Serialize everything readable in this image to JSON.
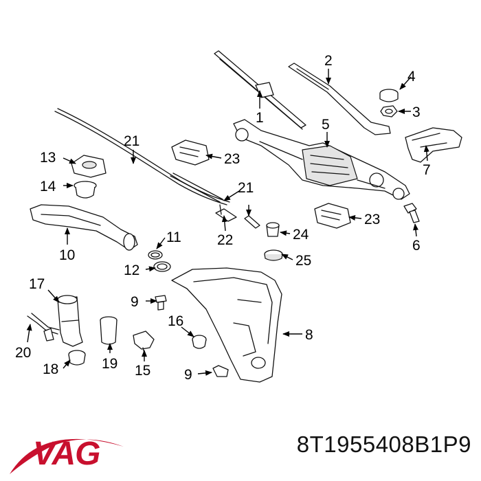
{
  "brand": {
    "name": "VAG",
    "color": "#c8102e"
  },
  "part_number": "8T1955408B1P9",
  "callouts": {
    "c1": "1",
    "c2": "2",
    "c3": "3",
    "c4": "4",
    "c5": "5",
    "c6": "6",
    "c7": "7",
    "c8": "8",
    "c9a": "9",
    "c9b": "9",
    "c10": "10",
    "c11": "11",
    "c12": "12",
    "c13": "13",
    "c14": "14",
    "c15": "15",
    "c16": "16",
    "c17": "17",
    "c18": "18",
    "c19": "19",
    "c20": "20",
    "c21a": "21",
    "c21b": "21",
    "c22": "22",
    "c23a": "23",
    "c23b": "23",
    "c24": "24",
    "c25": "25"
  }
}
